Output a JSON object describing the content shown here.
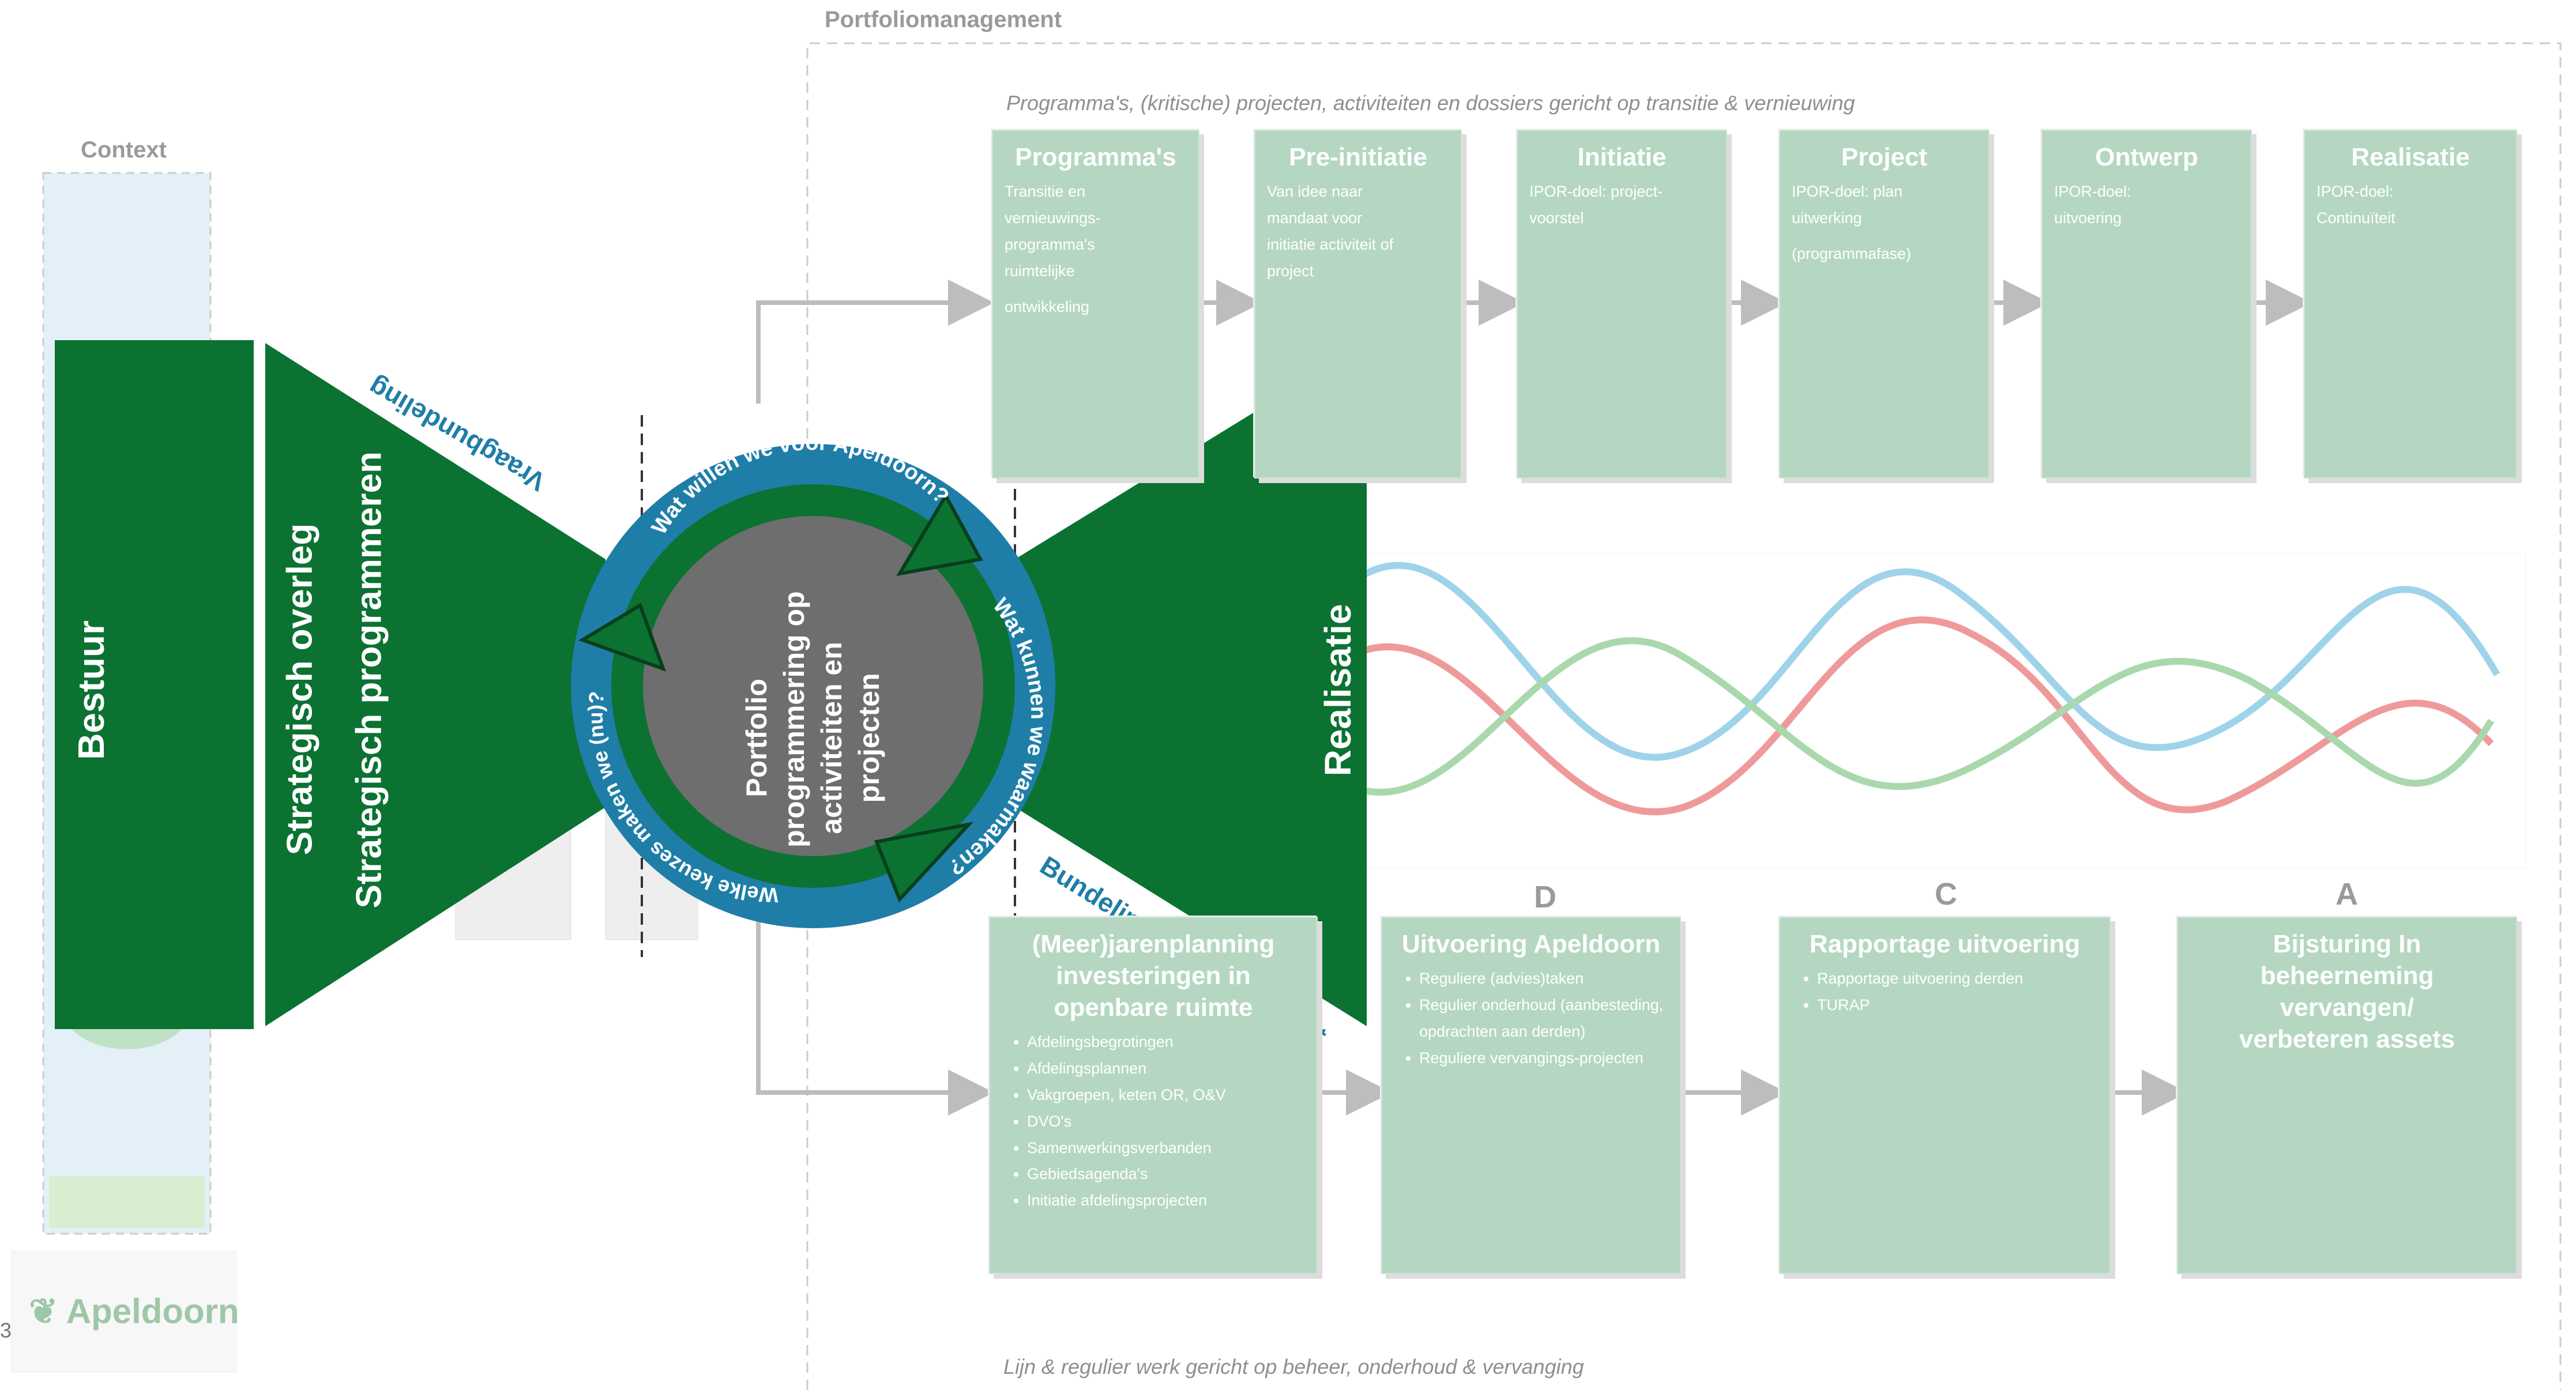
{
  "context": {
    "title": "Context"
  },
  "portfolio": {
    "title": "Portfoliomanagement"
  },
  "top_band": {
    "note": "Programma's, (kritische) projecten, activiteiten en dossiers gericht op transitie & vernieuwing"
  },
  "bottom_band": {
    "note": "Lijn & regulier werk gericht op beheer, onderhoud & vervanging"
  },
  "phases": [
    {
      "title": "Programma's",
      "body": [
        "Transitie en",
        "vernieuwings-",
        "programma's",
        "ruimtelijke",
        "ontwikkeling"
      ]
    },
    {
      "title": "Pre-initiatie",
      "body": [
        "Van idee naar",
        "mandaat voor",
        "initiatie activiteit of",
        "project"
      ]
    },
    {
      "title": "Initiatie",
      "body": [
        "IPOR-doel: project-",
        "voorstel"
      ]
    },
    {
      "title": "Project",
      "body": [
        "IPOR-doel: plan",
        "uitwerking",
        "(programmafase)"
      ]
    },
    {
      "title": "Ontwerp",
      "body": [
        "IPOR-doel:",
        "uitvoering"
      ]
    },
    {
      "title": "Realisatie",
      "body": [
        "IPOR-doel:",
        "Continuïteit"
      ]
    }
  ],
  "cycle": [
    {
      "letter": "",
      "title": "(Meer)jarenplanning investeringen in openbare ruimte",
      "items": [
        "Afdelingsbegrotingen",
        "Afdelingsplannen",
        "Vakgroepen, keten OR, O&V",
        "DVO's",
        "Samenwerkingsverbanden",
        "Gebiedsagenda's",
        "Initiatie afdelingsprojecten"
      ]
    },
    {
      "letter": "D",
      "title": "Uitvoering Apeldoorn",
      "items": [
        "Reguliere (advies)taken",
        "Regulier onderhoud (aanbesteding, opdrachten aan derden)",
        "Reguliere vervangings-projecten"
      ]
    },
    {
      "letter": "C",
      "title": "Rapportage uitvoering",
      "items": [
        "Rapportage uitvoering derden",
        "TURAP"
      ]
    },
    {
      "letter": "A",
      "title": "Bijsturing In beheerneming vervangen/ verbeteren assets",
      "items": []
    }
  ],
  "bowtie": {
    "bestuur": "Bestuur",
    "strategisch_1": "Strategisch overleg",
    "strategisch_2": "Strategisch programmeren",
    "realisatie": "Realisatie",
    "vraagbundeling": "Vraagbundeling",
    "bundeling_realisatiekracht": "Bundeling realisatiekracht"
  },
  "circle": {
    "center_lines": [
      "Portfolio",
      "programmering op",
      "activiteiten en",
      "projecten"
    ],
    "arc_top": "Wat willen we voor Apeldoorn?",
    "arc_right": "Wat kunnen we waarmaken?",
    "arc_bottom": "Welke keuzes maken we (nu)?"
  },
  "logo": {
    "text": "Apeldoorn"
  },
  "page_number": "3",
  "colors": {
    "dark_green": "#0b7232",
    "panel_green": "#b5d7c2",
    "ring_blue": "#1f7ea7",
    "circle_gray": "#6e6e6e",
    "wave_blue": "#9fd3ea",
    "wave_red": "#ef9a9a",
    "wave_green": "#a9d8ac"
  }
}
